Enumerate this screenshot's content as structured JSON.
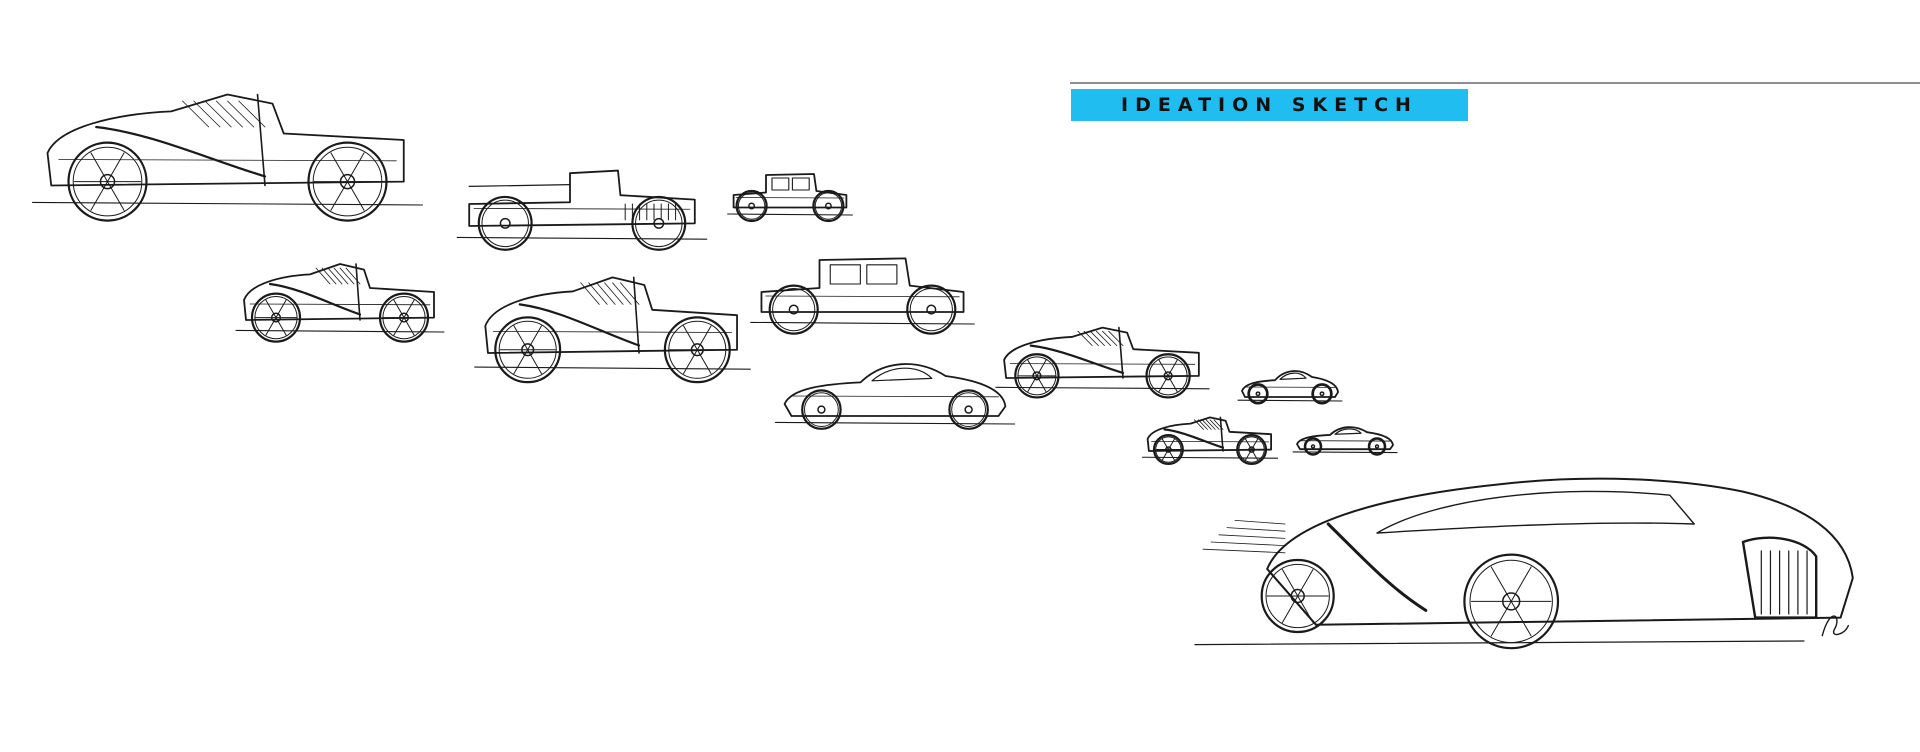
{
  "header": {
    "title": "IDEATION SKETCH",
    "accent_color": "#1fbdf0",
    "rule_color": "#8f8f8f"
  },
  "sketch": {
    "line_color": "#1a1a1a",
    "cars": [
      {
        "name": "vintage-tourer-large",
        "style": "open"
      },
      {
        "name": "vintage-truck",
        "style": "truck"
      },
      {
        "name": "vintage-coupe-small",
        "style": "closed"
      },
      {
        "name": "vintage-roadster-mid",
        "style": "open"
      },
      {
        "name": "vintage-tourer-mid",
        "style": "open"
      },
      {
        "name": "vintage-sedan",
        "style": "closed"
      },
      {
        "name": "streamline-coupe",
        "style": "sport"
      },
      {
        "name": "vintage-roadster-long",
        "style": "open"
      },
      {
        "name": "small-sports-roadster",
        "style": "sport"
      },
      {
        "name": "small-vintage-roadster",
        "style": "open"
      },
      {
        "name": "small-sports-coupe",
        "style": "sport"
      },
      {
        "name": "modern-hypercar",
        "style": "hyper"
      }
    ]
  }
}
